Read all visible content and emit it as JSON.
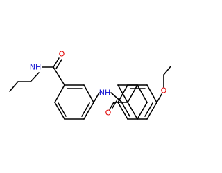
{
  "diagram": {
    "type": "chemical-structure",
    "atom_labels": {
      "amide_n_left": "NH",
      "amide_o_left": "O",
      "amide_n_right": "NH",
      "amide_o_right": "O",
      "ether_o": "O"
    },
    "colors": {
      "background": "#ffffff",
      "bond": "#000000",
      "oxygen": "#e00000",
      "nitrogen": "#0a0ad0"
    }
  }
}
